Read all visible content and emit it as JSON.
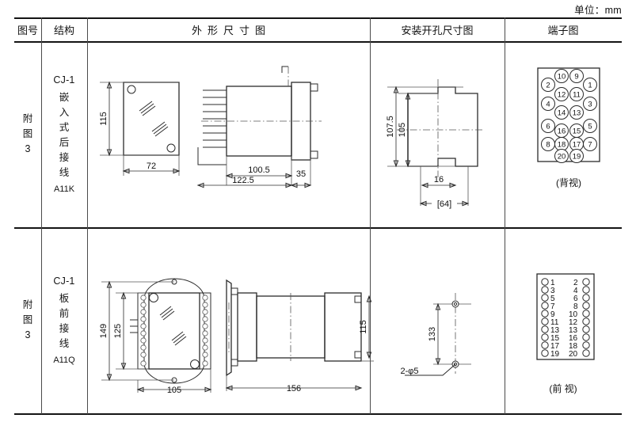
{
  "unit_note": "单位：mm",
  "table": {
    "headers": [
      {
        "key": "fig_no",
        "label": "图号"
      },
      {
        "key": "structure",
        "label": "结构"
      },
      {
        "key": "outline",
        "label": "外形尺寸图"
      },
      {
        "key": "cutout",
        "label": "安装开孔尺寸图"
      },
      {
        "key": "terminal",
        "label": "端子图"
      }
    ],
    "rows": [
      {
        "fig_no_chars": [
          "附",
          "图",
          "3"
        ],
        "structure_code": "CJ-1",
        "structure_chars": [
          "嵌",
          "入",
          "式",
          "后",
          "接",
          "线"
        ],
        "structure_model": "A11K",
        "outline_dims": [
          "115",
          "72",
          "100.5",
          "122.5",
          "35"
        ],
        "cutout_dims": [
          "107.5",
          "105",
          "16",
          "[64]"
        ],
        "terminal_caption": "(背视)",
        "terminal_layout": "grid",
        "terminal_numbers": {
          "col_left": [
            "2",
            "4",
            "6",
            "8"
          ],
          "col_mid_left": [
            "10",
            "12",
            "14",
            "16",
            "18",
            "20"
          ],
          "col_mid_right": [
            "9",
            "11",
            "13",
            "15",
            "17",
            "19"
          ],
          "col_right": [
            "1",
            "3",
            "5",
            "7"
          ]
        }
      },
      {
        "fig_no_chars": [
          "附",
          "图",
          "3"
        ],
        "structure_code": "CJ-1",
        "structure_chars": [
          "板",
          "前",
          "接",
          "线"
        ],
        "structure_model": "A11Q",
        "outline_dims": [
          "149",
          "125",
          "105",
          "156",
          "115"
        ],
        "cutout_dims": [
          "133",
          "2-φ5"
        ],
        "terminal_caption": "(前 视)",
        "terminal_layout": "two-column",
        "terminal_rows": [
          [
            "1",
            "2"
          ],
          [
            "3",
            "4"
          ],
          [
            "5",
            "6"
          ],
          [
            "7",
            "8"
          ],
          [
            "9",
            "10"
          ],
          [
            "11",
            "12"
          ],
          [
            "13",
            "13"
          ],
          [
            "15",
            "16"
          ],
          [
            "17",
            "18"
          ],
          [
            "19",
            "20"
          ]
        ]
      }
    ]
  },
  "colors": {
    "line": "#2b2b2b",
    "border": "#231f20",
    "text": "#111111",
    "background": "#ffffff"
  }
}
